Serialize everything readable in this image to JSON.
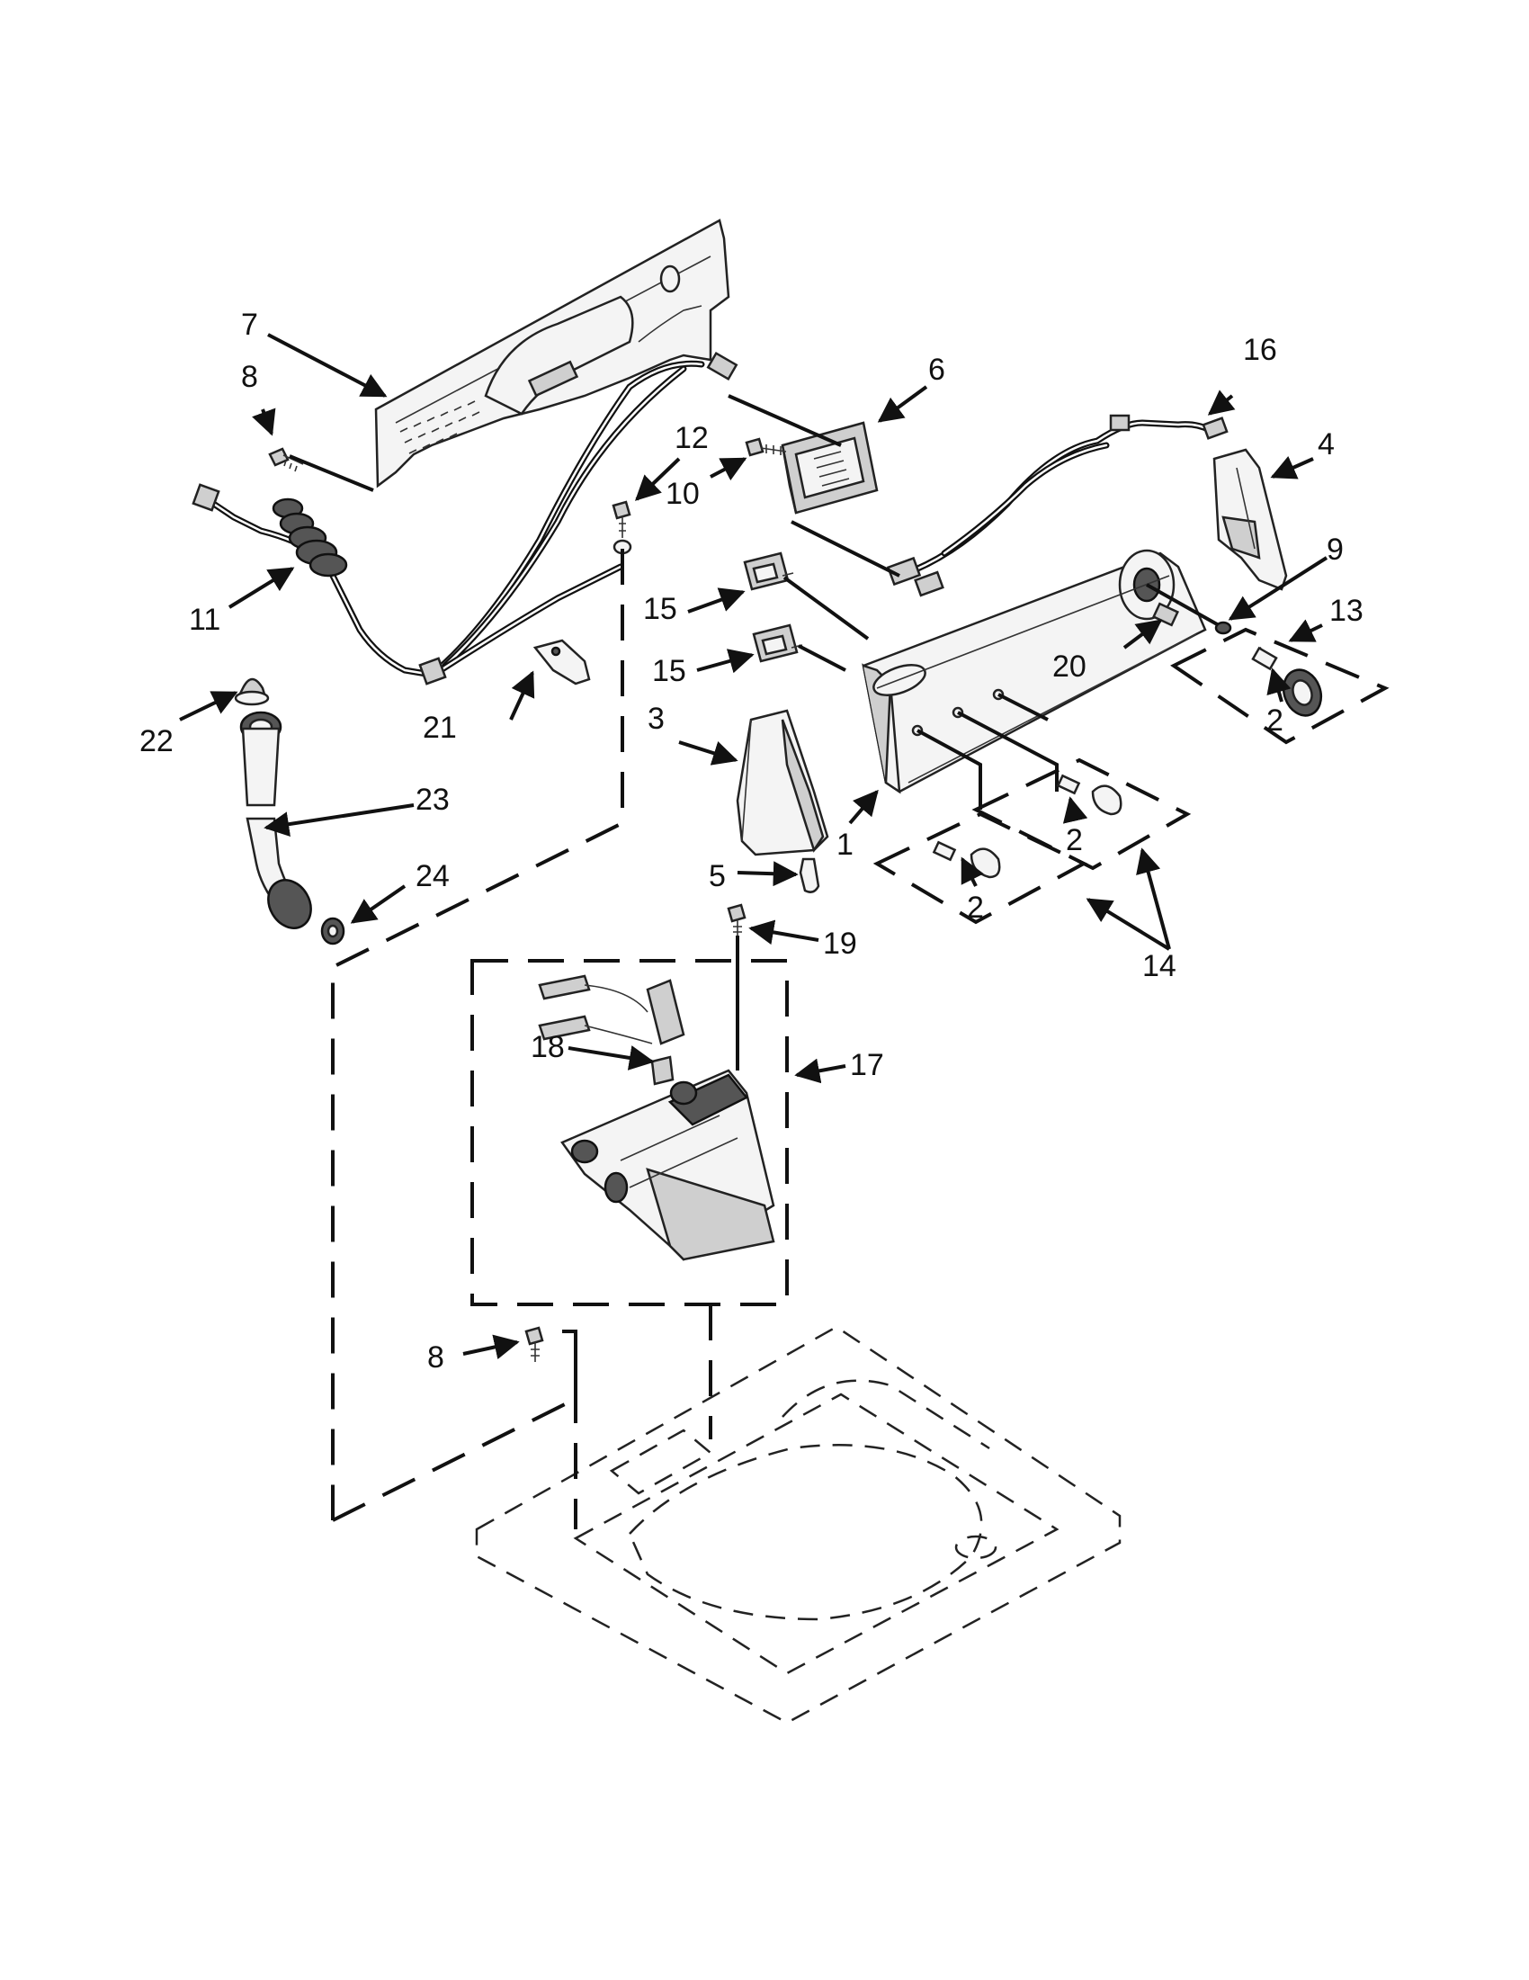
{
  "callouts": {
    "c1": "1",
    "c2a": "2",
    "c2b": "2",
    "c2c": "2",
    "c3": "3",
    "c4": "4",
    "c5": "5",
    "c6": "6",
    "c7": "7",
    "c8a": "8",
    "c8b": "8",
    "c9": "9",
    "c10": "10",
    "c11": "11",
    "c12": "12",
    "c13": "13",
    "c14": "14",
    "c15a": "15",
    "c15b": "15",
    "c16": "16",
    "c17": "17",
    "c18": "18",
    "c19": "19",
    "c20": "20",
    "c21": "21",
    "c22": "22",
    "c23": "23",
    "c24": "24"
  }
}
